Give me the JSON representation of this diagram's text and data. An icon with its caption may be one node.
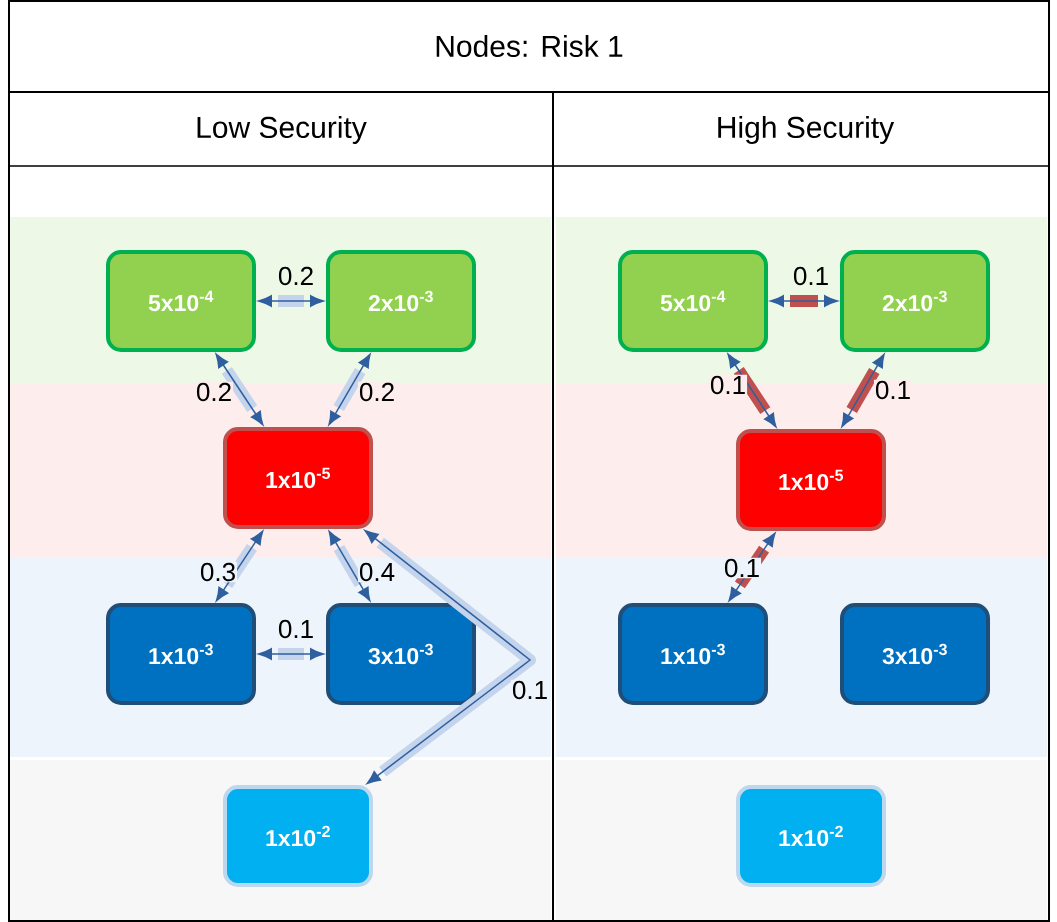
{
  "diagram": {
    "title": "Nodes: Risk 1",
    "nodes": [
      {
        "text": [
          "5x10$^{-4}$"
        ]
      },
      {
        "text": [
          "2x10$^{-3}$"
        ]
      },
      {
        "text": [
          "1x10$^{-5}$"
        ]
      },
      {
        "text": [
          "1x10$^{-3}$"
        ]
      },
      {
        "text": [
          "3x10$^{-3}$"
        ]
      },
      {
        "text": [
          "1x10$^{-2}$"
        ]
      },
      {
        "text": [
          "5x10$^{-4}$"
        ]
      },
      {
        "text": [
          "2x10$^{-3}$"
        ]
      },
      {
        "text": [
          "1x10$^{-5}$"
        ]
      },
      {
        "text": [
          "1x10$^{-3}$"
        ]
      },
      {
        "text": [
          "3x10$^{-3}$"
        ]
      },
      {
        "text": [
          "1x10$^{-2}$"
        ]
      }
    ],
    "edges": [
      {
        "from": 0,
        "to": 1,
        "arrow": "both",
        "label": "0.2"
      },
      {
        "from": 0,
        "to": 2,
        "arrow": "both",
        "label": "0.2"
      },
      {
        "from": 1,
        "to": 2,
        "arrow": "both",
        "label": "0.2"
      },
      {
        "from": 3,
        "to": 2,
        "arrow": "both",
        "label": "0.3"
      },
      {
        "from": 4,
        "to": 2,
        "arrow": "both",
        "label": "0.4"
      },
      {
        "from": 3,
        "to": 4,
        "arrow": "both",
        "label": "0.1"
      },
      {
        "from": 2,
        "to": 5,
        "arrow": "both",
        "label": "0.1"
      },
      {
        "from": 6,
        "to": 7,
        "arrow": "both",
        "label": "0.1"
      },
      {
        "from": 6,
        "to": 8,
        "arrow": "both",
        "label": "0.1"
      },
      {
        "from": 7,
        "to": 8,
        "arrow": "both",
        "label": "0.1"
      },
      {
        "from": 8,
        "to": 9,
        "arrow": "both",
        "label": "0.1"
      }
    ],
    "labels": [
      "Low Security",
      "High Security"
    ]
  }
}
